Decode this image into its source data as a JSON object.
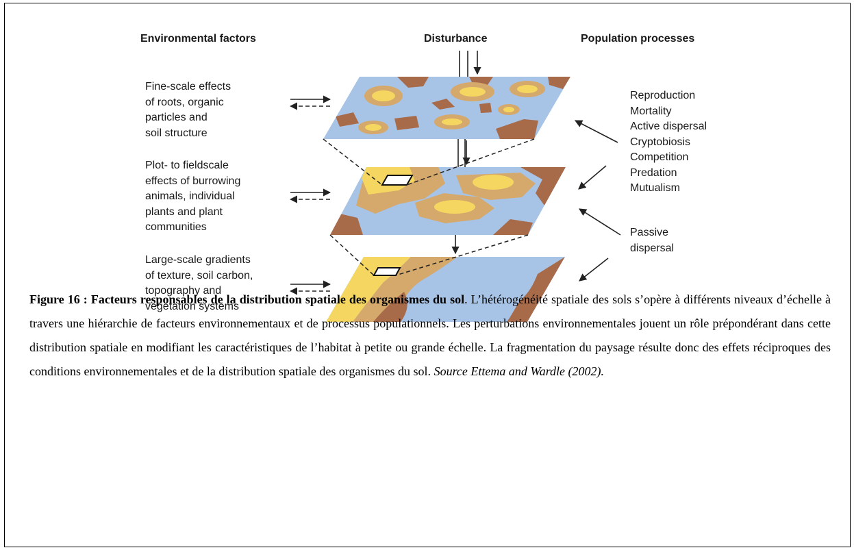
{
  "headers": {
    "environmental": "Environmental factors",
    "disturbance": "Disturbance",
    "population": "Population processes"
  },
  "environmental_factors": [
    "Fine-scale effects\nof roots, organic\nparticles and\nsoil structure",
    "Plot- to fieldscale\neffects of burrowing\nanimals, individual\nplants and plant\ncommunities",
    "Large-scale gradients\nof texture, soil carbon,\ntopography and\nvegetation systems"
  ],
  "population_processes": [
    "Reproduction\nMortality\nActive dispersal\nCryptobiosis\nCompetition\nPredation\nMutualism",
    "Passive\ndispersal"
  ],
  "colors": {
    "blue": "#a7c3e6",
    "tan": "#d5a86c",
    "yellow": "#f4d660",
    "brown": "#a86b4a",
    "line": "#222222"
  },
  "caption": {
    "title": "Figure 16 : Facteurs responsables de la distribution spatiale des organismes du sol",
    "body": ". L’hétérogénéité spatiale des sols s’opère à différents niveaux d’échelle à travers une hiérarchie de facteurs environnementaux et de processus populationnels. Les perturbations environnementales jouent un rôle prépondérant dans cette distribution spatiale en modifiant les caractéristiques de l’habitat à petite ou grande échelle. La fragmentation du paysage résulte donc des effets réciproques des conditions environnementales et de la distribution spatiale des organismes du sol. ",
    "source": "Source Ettema and Wardle (2002)."
  }
}
